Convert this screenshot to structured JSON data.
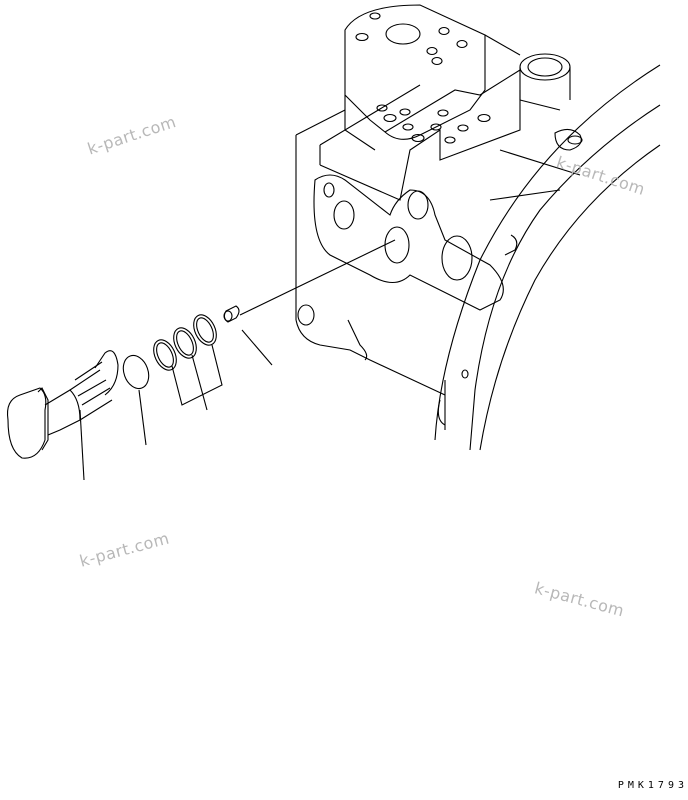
{
  "diagram": {
    "type": "exploded-parts-view",
    "subject": "valve body with plug, seal and o-rings",
    "drawing_code": "PMK1793",
    "watermarks": [
      "k-part.com",
      "k-part.com",
      "k-part.com",
      "k-part.com"
    ],
    "parts": [
      {
        "name": "plug-bolt",
        "label": ""
      },
      {
        "name": "seal-disc",
        "label": ""
      },
      {
        "name": "o-ring-set",
        "label": "",
        "count": 3
      },
      {
        "name": "pin",
        "label": ""
      },
      {
        "name": "valve-body",
        "label": ""
      }
    ]
  }
}
